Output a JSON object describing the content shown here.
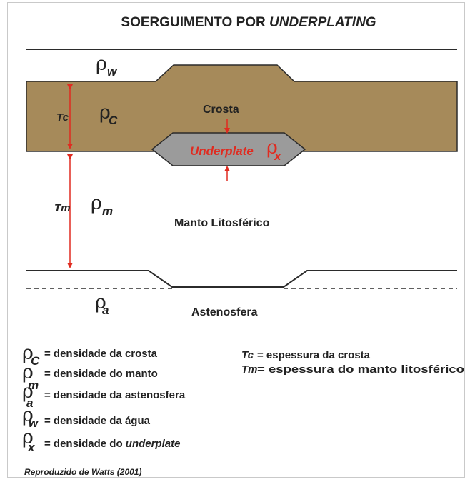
{
  "title": {
    "prefix": "SOERGUIMENTO POR ",
    "emphasis": "UNDERPLATING"
  },
  "symbols": {
    "rho": "ρ",
    "sub_w": "w",
    "sub_c": "C",
    "sub_m": "m",
    "sub_a": "a",
    "sub_x": "x"
  },
  "thickness_labels": {
    "tc": "Tc",
    "tm": "Tm"
  },
  "layers": {
    "crust": "Crosta",
    "underplate": "Underplate",
    "lithospheric_mantle": "Manto Litosférico",
    "asthenosphere": "Astenosfera"
  },
  "legend_left": [
    {
      "sub": "C",
      "text": "= densidade da crosta"
    },
    {
      "sub": "m",
      "text": "= densidade do manto"
    },
    {
      "sub": "a",
      "text": "= densidade da astenosfera"
    },
    {
      "sub": "w",
      "text": "= densidade da água"
    },
    {
      "sub": "x",
      "text_prefix": "= densidade do ",
      "text_emphasis": "underplate"
    }
  ],
  "legend_right": [
    {
      "symbol": "Tc",
      "text": "= espessura da crosta"
    },
    {
      "symbol": "Tm",
      "text": "= espessura do manto litosférico"
    }
  ],
  "credit": "Reproduzido de Watts (2001)",
  "colors": {
    "crust_fill": "#a68a5a",
    "underplate_fill": "#9b9b9b",
    "arrow_red": "#e02b20",
    "line": "#2b2b2b"
  }
}
